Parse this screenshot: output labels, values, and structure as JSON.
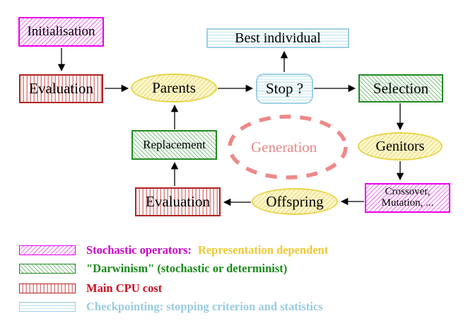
{
  "diagram": {
    "nodes": {
      "initialisation": {
        "label": "Initialisation",
        "style": "stochastic-operator"
      },
      "evaluation_top": {
        "label": "Evaluation",
        "style": "main-cpu-cost"
      },
      "parents": {
        "label": "Parents",
        "style": "population"
      },
      "best_individual": {
        "label": "Best individual",
        "style": "checkpointing"
      },
      "stop": {
        "label": "Stop ?",
        "style": "checkpointing"
      },
      "selection": {
        "label": "Selection",
        "style": "darwinism"
      },
      "replacement": {
        "label": "Replacement",
        "style": "darwinism"
      },
      "genitors": {
        "label": "Genitors",
        "style": "population"
      },
      "crossover_mutation": {
        "label_line1": "Crossover,",
        "label_line2": "Mutation, ...",
        "style": "stochastic-operator"
      },
      "evaluation_bottom": {
        "label": "Evaluation",
        "style": "main-cpu-cost"
      },
      "offspring": {
        "label": "Offspring",
        "style": "population"
      },
      "generation": {
        "label": "Generation",
        "style": "cycle-annotation"
      }
    },
    "edges": [
      "initialisation->evaluation_top",
      "evaluation_top->parents",
      "parents->stop",
      "stop->best_individual",
      "stop->selection",
      "selection->genitors",
      "genitors->crossover_mutation",
      "crossover_mutation->offspring",
      "offspring->evaluation_bottom",
      "evaluation_bottom->replacement",
      "replacement->parents"
    ]
  },
  "legend": {
    "items": [
      {
        "swatch": "magenta-diagonal-hatch",
        "label": "Stochastic operators:",
        "label_secondary": "Representation dependent"
      },
      {
        "swatch": "green-diagonal-hatch",
        "label": "\"Darwinism\" (stochastic or determinist)"
      },
      {
        "swatch": "red-vertical-lines",
        "label": "Main CPU cost"
      },
      {
        "swatch": "cyan-horizontal-lines",
        "label": "Checkpointing: stopping criterion and statistics"
      }
    ]
  },
  "colors": {
    "magenta_border": "#ee00ee",
    "magenta_hatch": "#ee82ee",
    "green_border": "#228b22",
    "green_hatch": "#9ecf9e",
    "red_border": "#b22222",
    "red_hatch": "#dd8484",
    "cyan_border": "#9fcfe5",
    "cyan_hatch": "#c6e7f2",
    "yellow_border": "#e8d44c",
    "yellow_fill": "#fdf7cc",
    "salmon_dash": "#ee8888",
    "legend_magenta_text": "#cc00cc",
    "legend_gold_text": "#edc930",
    "legend_green_text": "#1a8a1a",
    "legend_red_text": "#cc1122",
    "legend_cyan_text": "#99cce0"
  }
}
